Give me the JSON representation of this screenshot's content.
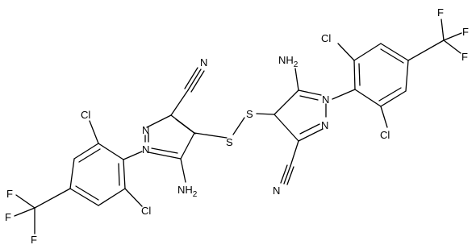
{
  "molecule": {
    "atoms": {
      "nitrile_n_left": "N",
      "pyrazole_n2_left": "N",
      "pyrazole_n1_left": "N",
      "amino_left": "NH",
      "amino_left_sub": "2",
      "sulfur_left": "S",
      "sulfur_right": "S",
      "amino_right": "NH",
      "amino_right_sub": "2",
      "pyrazole_n1_right": "N",
      "pyrazole_n2_right": "N",
      "nitrile_n_right": "N",
      "cl_top_left": "Cl",
      "cl_bottom_left": "Cl",
      "cl_top_right": "Cl",
      "cl_bottom_right": "Cl",
      "f_left_1": "F",
      "f_left_2": "F",
      "f_left_3": "F",
      "f_right_1": "F",
      "f_right_2": "F",
      "f_right_3": "F"
    }
  }
}
